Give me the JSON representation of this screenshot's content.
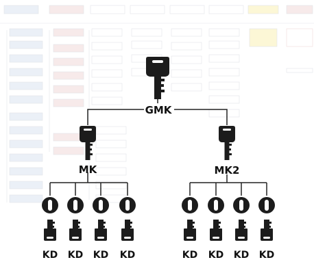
{
  "hierarchy": {
    "grand_master": {
      "label": "GMK"
    },
    "masters": [
      {
        "label": "MK",
        "locks": [
          {
            "key_label": "KD"
          },
          {
            "key_label": "KD"
          },
          {
            "key_label": "KD"
          },
          {
            "key_label": "KD"
          }
        ]
      },
      {
        "label": "MK2",
        "locks": [
          {
            "key_label": "KD"
          },
          {
            "key_label": "KD"
          },
          {
            "key_label": "KD"
          },
          {
            "key_label": "KD"
          }
        ]
      }
    ]
  },
  "colors": {
    "ink": "#111111",
    "key_fill": "#1c1c1c",
    "connector": "#222222",
    "backdrop_box_border": "#c9ced6",
    "backdrop_blue": "#dbe4f2",
    "backdrop_red": "#f2dada",
    "backdrop_yellow": "#fbf2b5"
  },
  "icons": {
    "grand_master": "key-icon",
    "master": "key-icon",
    "cylinder": "lock-cylinder-icon",
    "change_key": "small-key-icon"
  }
}
